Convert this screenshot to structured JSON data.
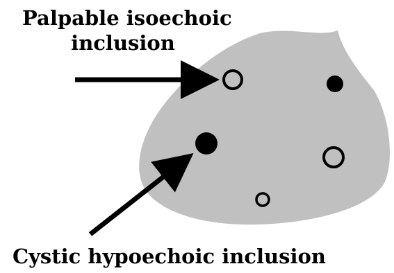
{
  "labels": {
    "top_line1": "Palpable isoechoic",
    "top_line2": "inclusion",
    "bottom": "Cystic hypoechoic inclusion"
  },
  "colors": {
    "tissue": "#c0c0c0",
    "ink": "#000000",
    "background": "#ffffff"
  },
  "inclusions": [
    {
      "name": "isoechoic-inclusion-top",
      "kind": "hollow"
    },
    {
      "name": "hypoechoic-inclusion-right",
      "kind": "filled"
    },
    {
      "name": "hypoechoic-inclusion-center",
      "kind": "filled"
    },
    {
      "name": "isoechoic-inclusion-right",
      "kind": "hollow"
    },
    {
      "name": "isoechoic-inclusion-bottom",
      "kind": "hollow"
    }
  ]
}
